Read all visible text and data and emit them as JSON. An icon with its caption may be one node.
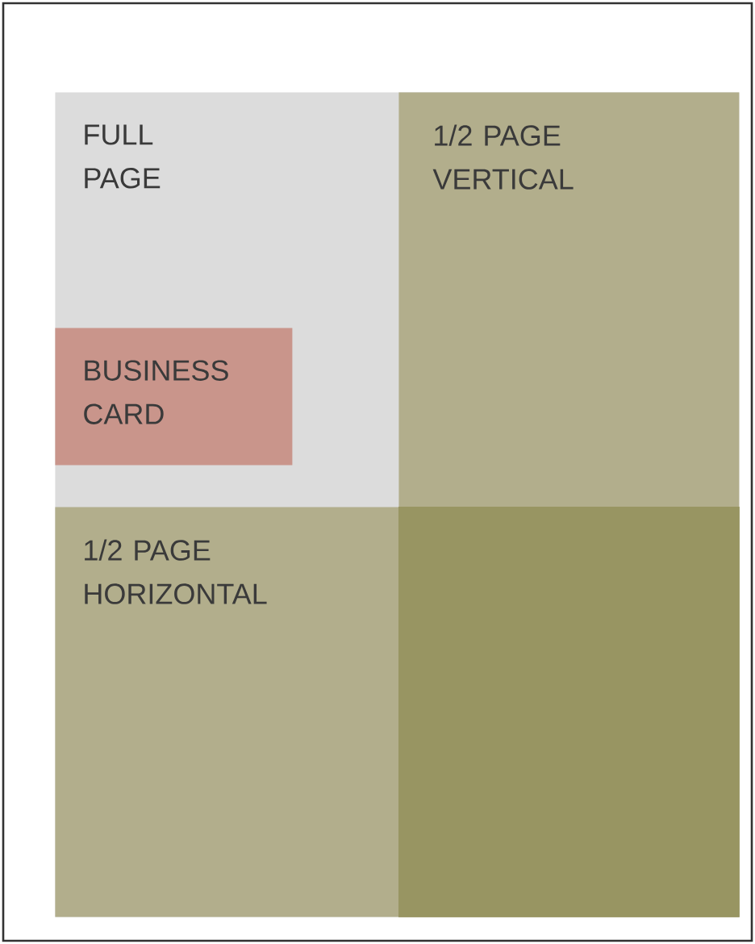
{
  "diagram": {
    "nodes": [
      {
        "text": [
          "FULL PAGE"
        ]
      },
      {
        "text": [
          "1/2 PAGE VERTICAL"
        ],
        "in": 0
      },
      {
        "text": [
          "BUSINESS CARD"
        ],
        "in": 0
      },
      {
        "text": [
          "1/2 PAGE HORIZONTAL"
        ],
        "in": 0
      }
    ]
  }
}
